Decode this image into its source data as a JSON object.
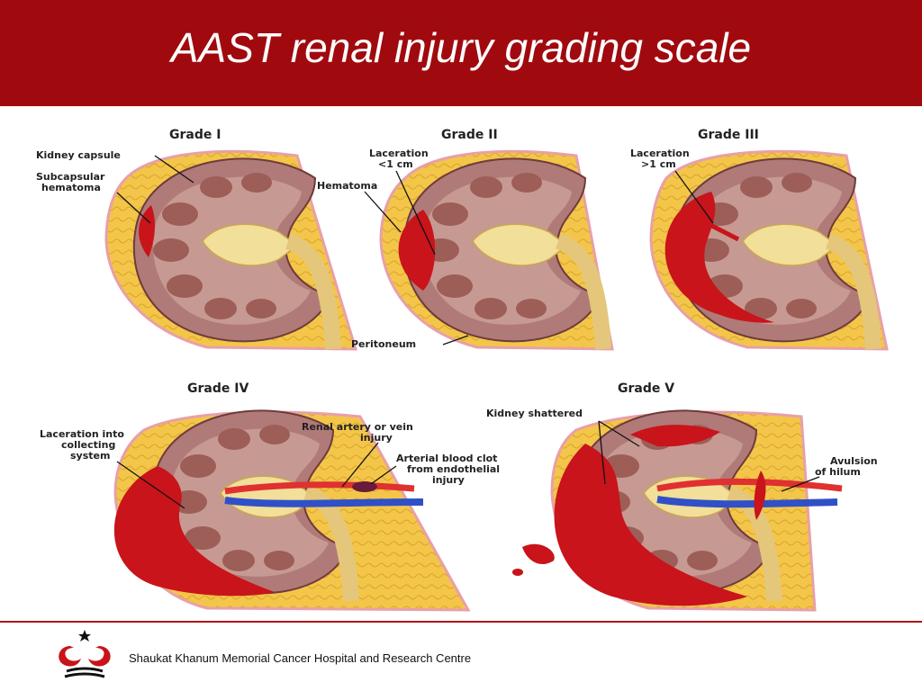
{
  "slide": {
    "title": "AAST renal injury grading scale",
    "footer": "Shaukat Khanum Memorial Cancer Hospital and Research Centre"
  },
  "diagram": {
    "grades": [
      {
        "title": "Grade I",
        "labels": [
          "Kidney capsule",
          "Subcapsular",
          "hematoma"
        ]
      },
      {
        "title": "Grade II",
        "labels": [
          "Laceration",
          "<1 cm",
          "Hematoma",
          "Peritoneum"
        ]
      },
      {
        "title": "Grade III",
        "labels": [
          "Laceration",
          ">1 cm"
        ]
      },
      {
        "title": "Grade IV",
        "labels": [
          "Laceration into",
          "collecting",
          "system",
          "Renal artery or vein",
          "injury",
          "Arterial blood clot",
          "from endothelial",
          "injury"
        ]
      },
      {
        "title": "Grade V",
        "labels": [
          "Kidney shattered",
          "Avulsion",
          "of hilum"
        ]
      }
    ]
  },
  "colors": {
    "banner": "#a00a0f",
    "fat": "#f3c64a",
    "kidney": "#b07a78",
    "blood": "#c8141a",
    "artery": "#e03030",
    "vein": "#3050c8"
  }
}
